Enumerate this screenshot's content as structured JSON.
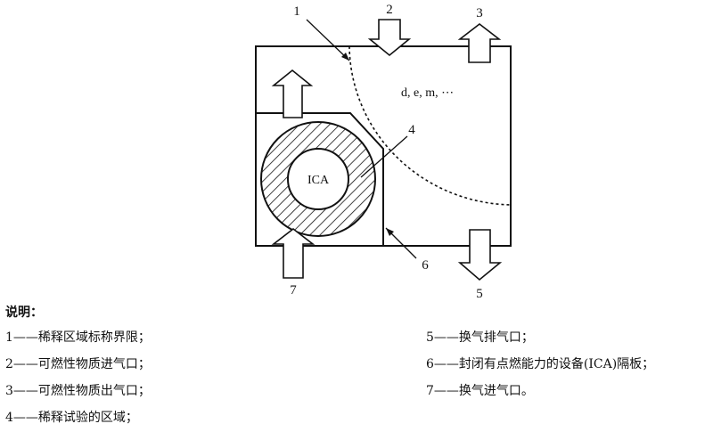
{
  "diagram": {
    "labels": [
      "1",
      "2",
      "3",
      "4",
      "5",
      "6",
      "7"
    ],
    "inner_text": "d, e, m, ⋯",
    "ica_text": "ICA"
  },
  "legend": {
    "title": "说明：",
    "left_items": [
      "1——稀释区域标称界限；",
      "2——可燃性物质进气口；",
      "3——可燃性物质出气口；",
      "4——稀释试验的区域；"
    ],
    "right_items": [
      "5——换气排气口；",
      "6——封闭有点燃能力的设备(ICA)隔板；",
      "7——换气进气口。"
    ]
  }
}
